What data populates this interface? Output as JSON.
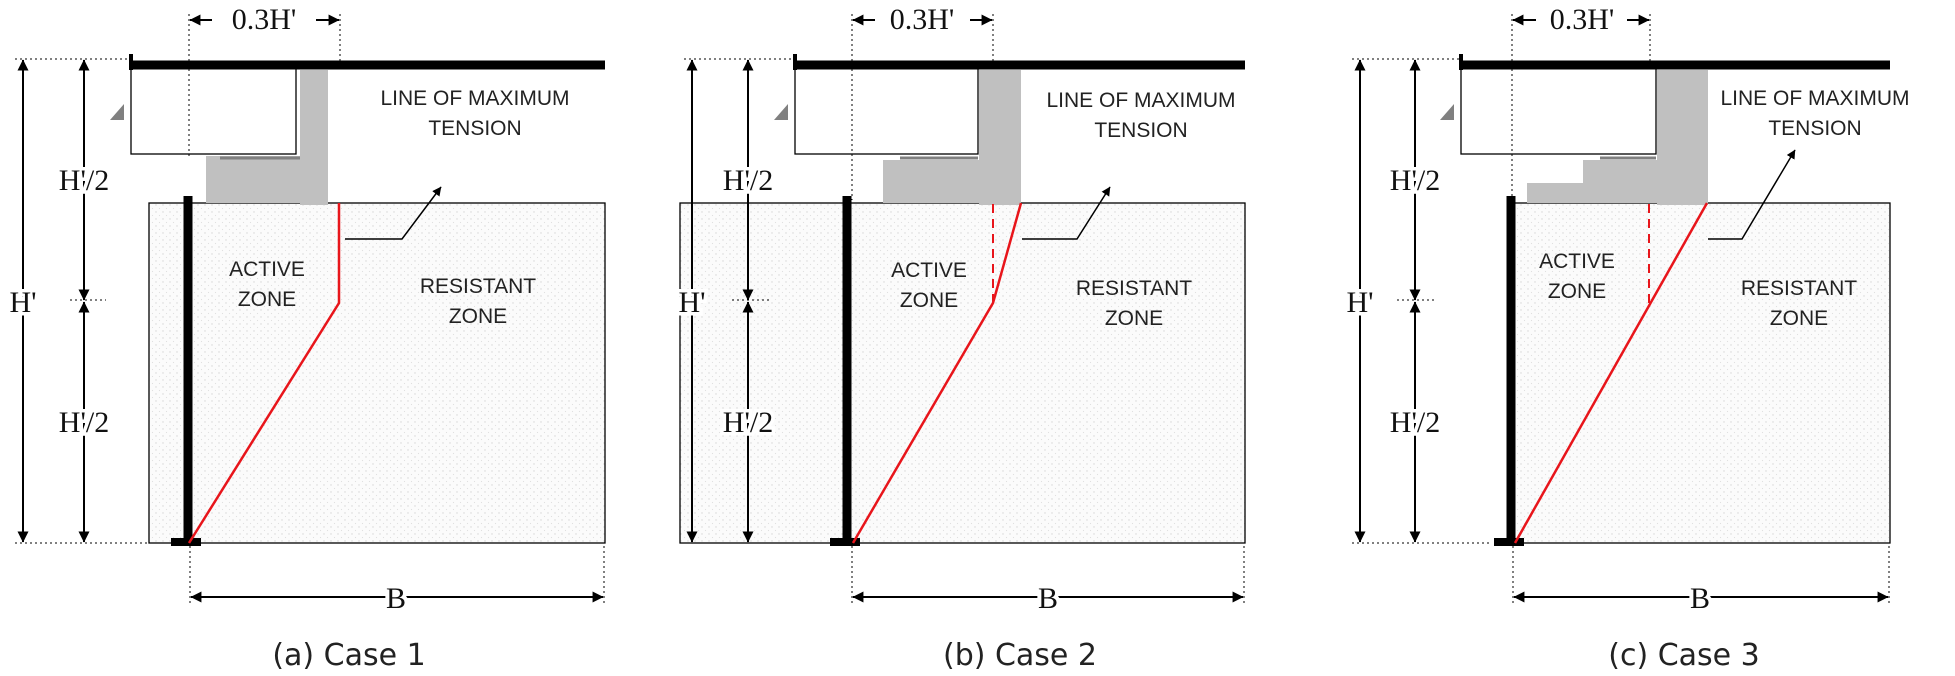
{
  "panels": [
    {
      "id": "case1",
      "caption": "(a) Case 1",
      "label_offset": "0.3H'",
      "label_height": "H'",
      "label_half_upper": "H'/2",
      "label_half_lower": "H'/2",
      "label_base": "B",
      "label_line_of_max_tension_1": "LINE OF MAXIMUM",
      "label_line_of_max_tension_2": "TENSION",
      "label_active_1": "ACTIVE",
      "label_active_2": "ZONE",
      "label_resistant_1": "RESISTANT",
      "label_resistant_2": "ZONE"
    },
    {
      "id": "case2",
      "caption": "(b) Case 2",
      "label_offset": "0.3H'",
      "label_height": "H'",
      "label_half_upper": "H'/2",
      "label_half_lower": "H'/2",
      "label_base": "B",
      "label_line_of_max_tension_1": "LINE OF MAXIMUM",
      "label_line_of_max_tension_2": "TENSION",
      "label_active_1": "ACTIVE",
      "label_active_2": "ZONE",
      "label_resistant_1": "RESISTANT",
      "label_resistant_2": "ZONE"
    },
    {
      "id": "case3",
      "caption": "(c) Case 3",
      "label_offset": "0.3H'",
      "label_height": "H'",
      "label_half_upper": "H'/2",
      "label_half_lower": "H'/2",
      "label_base": "B",
      "label_line_of_max_tension_1": "LINE OF MAXIMUM",
      "label_line_of_max_tension_2": "TENSION",
      "label_active_1": "ACTIVE",
      "label_active_2": "ZONE",
      "label_resistant_1": "RESISTANT",
      "label_resistant_2": "ZONE"
    }
  ],
  "colors": {
    "tension_line": "#e8151b",
    "abutment_fill": "#c0c0c0",
    "structure": "#000000",
    "soil_fill": "#f6f6f6"
  }
}
